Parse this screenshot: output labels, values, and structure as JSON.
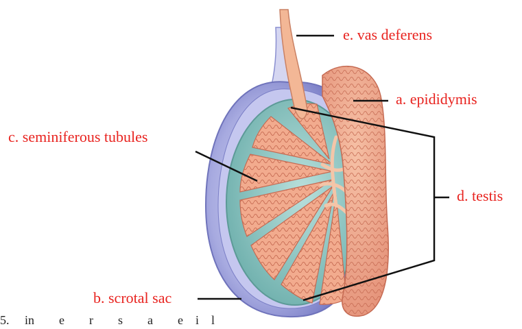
{
  "diagram": {
    "labels": {
      "vas_deferens": "e. vas deferens",
      "epididymis": "a. epididymis",
      "seminiferous_tubules": "c. seminiferous tubules",
      "testis": "d. testis",
      "scrotal_sac": "b. scrotal sac"
    },
    "caption": "5.  in  e  r  s  a  e i l   "
  },
  "colors": {
    "label_red": "#e8231f",
    "leader_black": "#111111",
    "scrotum_purple": "#8a8fd0",
    "scrotum_light": "#c9cbee",
    "testis_teal": "#8fc7c4",
    "tubule_pink": "#f1a98c",
    "tubule_dark": "#c56a52"
  }
}
